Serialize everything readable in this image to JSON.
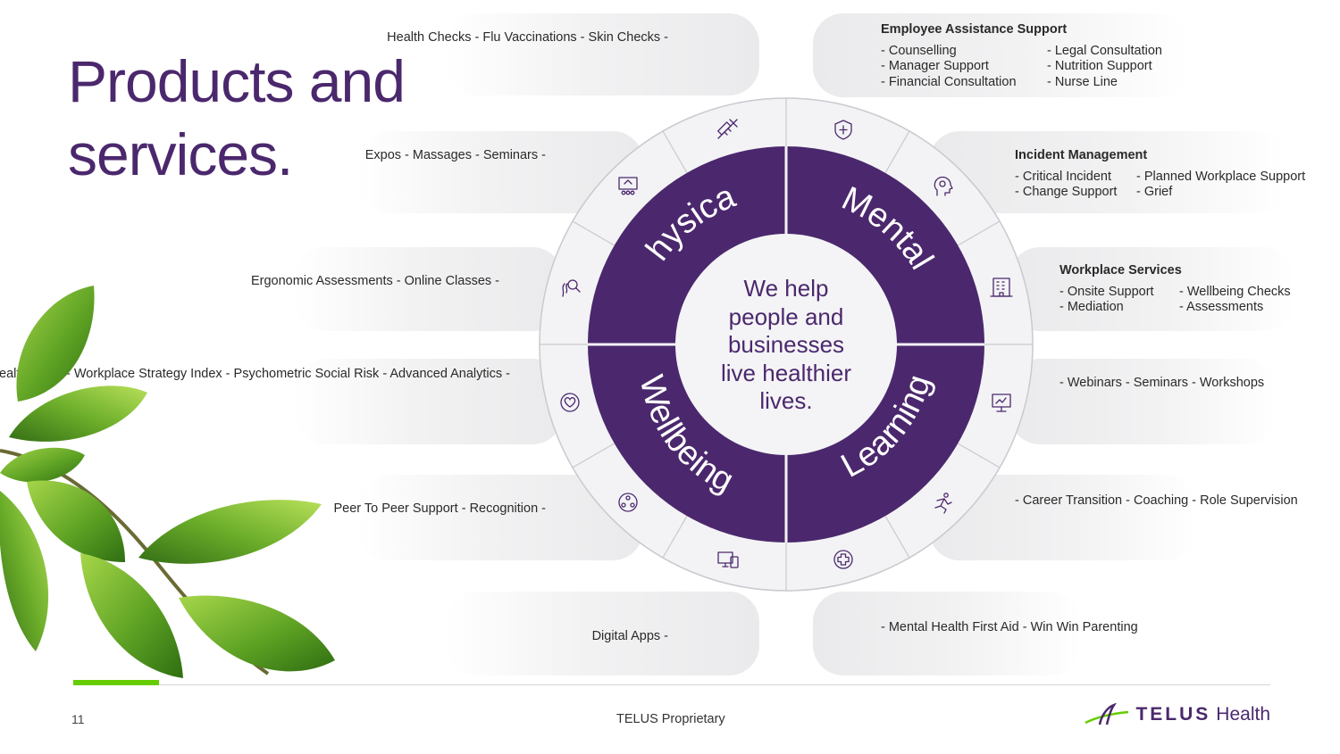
{
  "title": {
    "line1": "Products and",
    "line2": "services."
  },
  "center_text": [
    "We help",
    "people and",
    "businesses",
    "live healthier",
    "lives."
  ],
  "segments": {
    "physical": "Physical",
    "mental": "Mental",
    "wellbeing": "Wellbeing",
    "learning": "Learning"
  },
  "colors": {
    "purple": "#4b286d",
    "green": "#66cc00",
    "ring": "#f3f3f5",
    "band": "#ececee"
  },
  "icons": [
    "syringe-icon",
    "shield-cross-icon",
    "head-gears-icon",
    "office-building-icon",
    "presentation-screen-icon",
    "running-person-icon",
    "medical-cross-icon",
    "devices-icon",
    "people-circle-icon",
    "heart-circle-icon",
    "ergonomic-search-icon",
    "group-presentation-icon"
  ],
  "left_groups": {
    "health_checks": [
      "Health Checks -",
      "Flu Vaccinations -",
      "Skin Checks -"
    ],
    "expos": [
      "Expos -",
      "Massages -",
      "Seminars -"
    ],
    "ergonomic": [
      "Ergonomic Assessments -",
      "Online Classes -"
    ],
    "analytics": [
      "Mental Health Index -",
      "Workplace Strategy Index -",
      "Psychometric Social Risk -",
      "Advanced Analytics -"
    ],
    "peer": [
      "Peer To Peer Support -",
      "Recognition -"
    ],
    "digital": [
      "Digital Apps -"
    ]
  },
  "right_groups": {
    "eas": {
      "heading": "Employee Assistance Support",
      "col1": [
        "- Counselling",
        "- Manager Support",
        "- Financial Consultation"
      ],
      "col2": [
        "- Legal Consultation",
        "- Nutrition Support",
        "- Nurse Line"
      ]
    },
    "incident": {
      "heading": "Incident Management",
      "col1": [
        "- Critical Incident",
        "- Change Support"
      ],
      "col2": [
        "- Planned Workplace Support",
        "- Grief"
      ]
    },
    "workplace": {
      "heading": "Workplace Services",
      "col1": [
        "- Onsite Support",
        "- Mediation"
      ],
      "col2": [
        "- Wellbeing Checks",
        "- Assessments"
      ]
    },
    "webinars": [
      "- Webinars",
      "- Seminars",
      "- Workshops"
    ],
    "career": [
      "- Career Transition",
      "- Coaching",
      "- Role Supervision"
    ],
    "mhfa": [
      "- Mental Health First Aid",
      "- Win Win Parenting"
    ]
  },
  "footer": {
    "page_number": "11",
    "proprietary": "TELUS Proprietary",
    "logo_word": "TELUS",
    "logo_health": "Health"
  }
}
